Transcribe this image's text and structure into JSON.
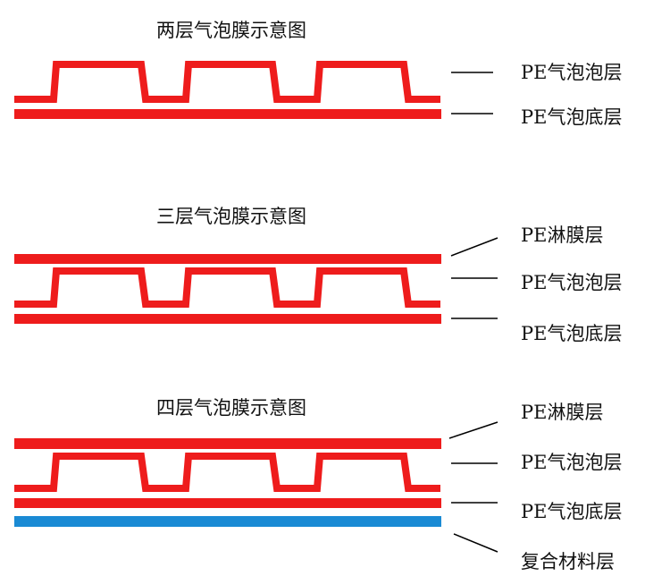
{
  "colors": {
    "film": "#ee1c1c",
    "composite": "#1a8ad4",
    "leader": "#000000",
    "text": "#111111"
  },
  "diagrams": [
    {
      "title": "两层气泡膜示意图",
      "layers": [
        {
          "kind": "bubble",
          "label": "PE气泡泡层"
        },
        {
          "kind": "flat",
          "label": "PE气泡底层"
        }
      ]
    },
    {
      "title": "三层气泡膜示意图",
      "layers": [
        {
          "kind": "flat",
          "label": "PE淋膜层"
        },
        {
          "kind": "bubble",
          "label": "PE气泡泡层"
        },
        {
          "kind": "flat",
          "label": "PE气泡底层"
        }
      ]
    },
    {
      "title": "四层气泡膜示意图",
      "layers": [
        {
          "kind": "flat",
          "label": "PE淋膜层"
        },
        {
          "kind": "bubble",
          "label": "PE气泡泡层"
        },
        {
          "kind": "flat",
          "label": "PE气泡底层"
        },
        {
          "kind": "composite",
          "label": "复合材料层"
        }
      ]
    }
  ]
}
